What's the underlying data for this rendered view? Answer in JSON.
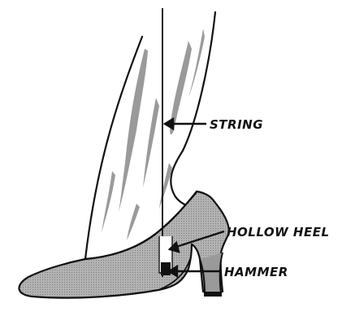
{
  "labels": {
    "string": "STRING",
    "hollow_heel": "HOLLOW HEEL",
    "hammer": "HAMMER"
  },
  "colors": {
    "ink": "#111111",
    "shoe_fill": "#a9a9a9",
    "stocking_shade": "#9a9a9a",
    "background": "#ffffff"
  }
}
